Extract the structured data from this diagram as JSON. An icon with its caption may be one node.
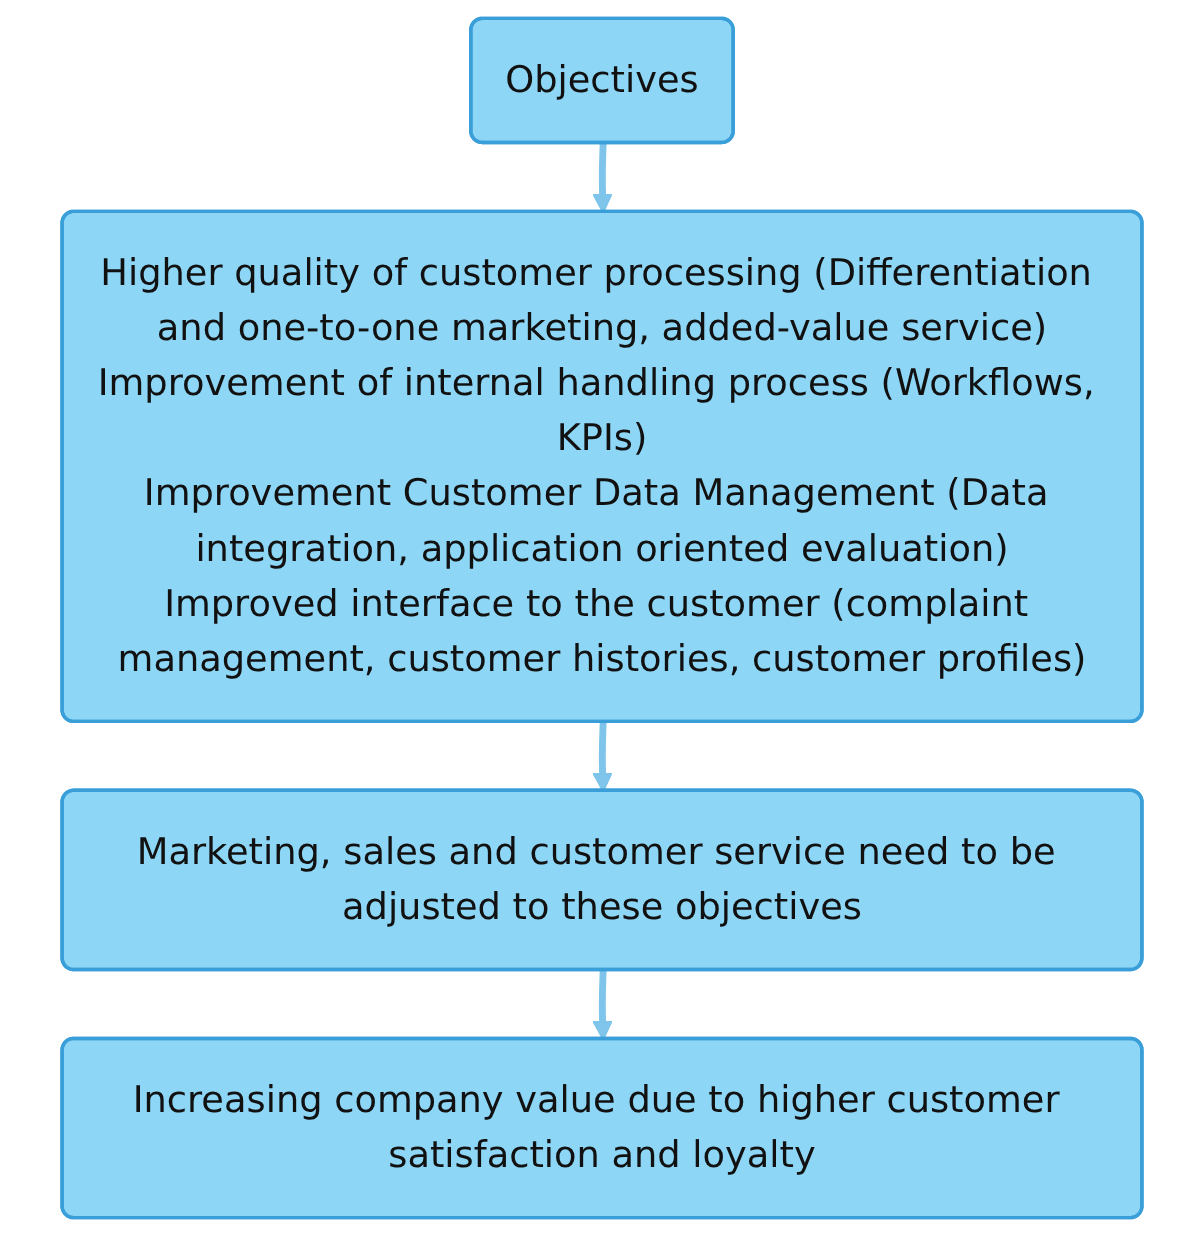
{
  "diagram": {
    "nodes": [
      {
        "text": [
          "Objectives"
        ]
      },
      {
        "text": [
          "Higher quality of customer processing (Differentiation and one-to-one marketing, added-value service)",
          "Improvement of internal handling process (Workflows, KPIs)",
          "Improvement Customer Data Management (Data integration, application oriented evaluation)",
          "Improved interface to the customer (complaint management, customer histories, customer profiles)"
        ]
      },
      {
        "text": [
          "Marketing, sales and customer service need to be adjusted to these objectives"
        ]
      },
      {
        "text": [
          "Increasing company value due to higher customer satisfaction and loyalty"
        ]
      }
    ],
    "edges": [
      {
        "from": 0,
        "to": 1,
        "arrow": "to"
      },
      {
        "from": 1,
        "to": 2,
        "arrow": "to"
      },
      {
        "from": 2,
        "to": 3,
        "arrow": "to"
      }
    ]
  }
}
